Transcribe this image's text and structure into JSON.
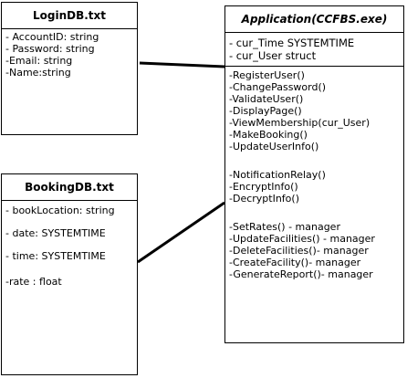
{
  "login_db": {
    "title": "LoginDB.txt",
    "fields": [
      "- AccountID: string",
      "- Password: string",
      "-Email: string",
      "-Name:string"
    ]
  },
  "booking_db": {
    "title": "BookingDB.txt",
    "fields": [
      "- bookLocation: string",
      "- date: SYSTEMTIME",
      "- time: SYSTEMTIME",
      "-rate : float"
    ]
  },
  "application": {
    "title": "Application(CCFBS.exe)",
    "attributes": [
      "- cur_Time SYSTEMTIME",
      "- cur_User struct"
    ],
    "methods_group1": [
      "-RegisterUser()",
      "-ChangePassword()",
      "-ValidateUser()",
      "-DisplayPage()",
      "-ViewMembership(cur_User)",
      "-MakeBooking()",
      "-UpdateUserInfo()"
    ],
    "methods_group2": [
      "-NotificationRelay()",
      "-EncryptInfo()",
      "-DecryptInfo()"
    ],
    "methods_group3": [
      "-SetRates() - manager",
      "-UpdateFacilities() - manager",
      "-DeleteFacilities()- manager",
      "-CreateFacility()- manager",
      "-GenerateReport()- manager"
    ]
  }
}
